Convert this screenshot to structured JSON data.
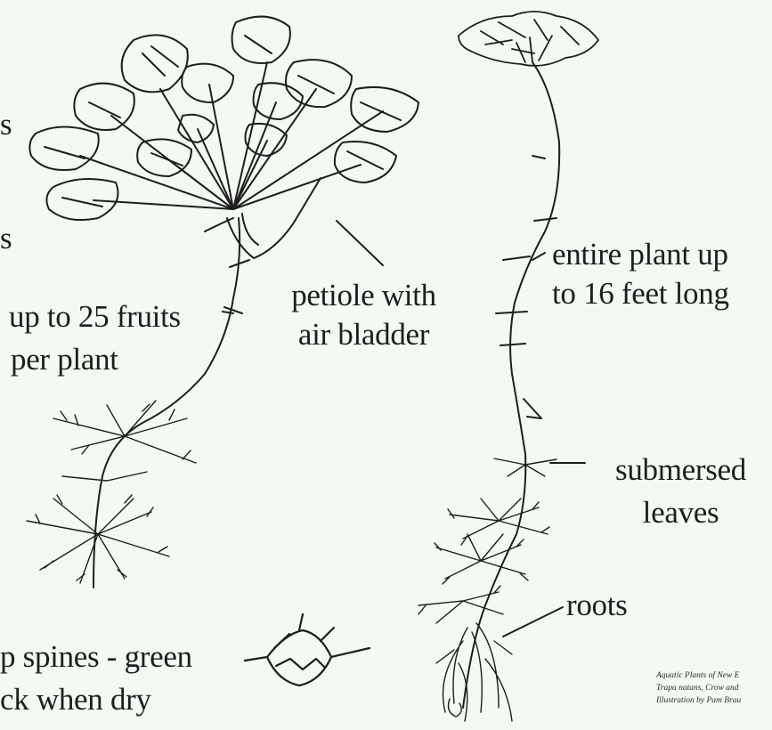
{
  "labels": {
    "partial_s": "s",
    "partial_s2": "s",
    "fruits_line1": "up to 25 fruits",
    "fruits_line2": "per plant",
    "petiole_line1": "petiole with",
    "petiole_line2": "air bladder",
    "entire_line1": "entire plant up",
    "entire_line2": "to 16 feet long",
    "submersed_line1": "submersed",
    "submersed_line2": "leaves",
    "roots": "roots",
    "spines_line1": "p spines - green",
    "spines_line2": "ck when dry"
  },
  "caption": {
    "line1": "Aquatic Plants of New E",
    "line2": "Trapa natans, Crow and",
    "line3": "Illustration by Pam Brau"
  },
  "colors": {
    "background": "#f3faf3",
    "ink": "#1e1e1e"
  }
}
